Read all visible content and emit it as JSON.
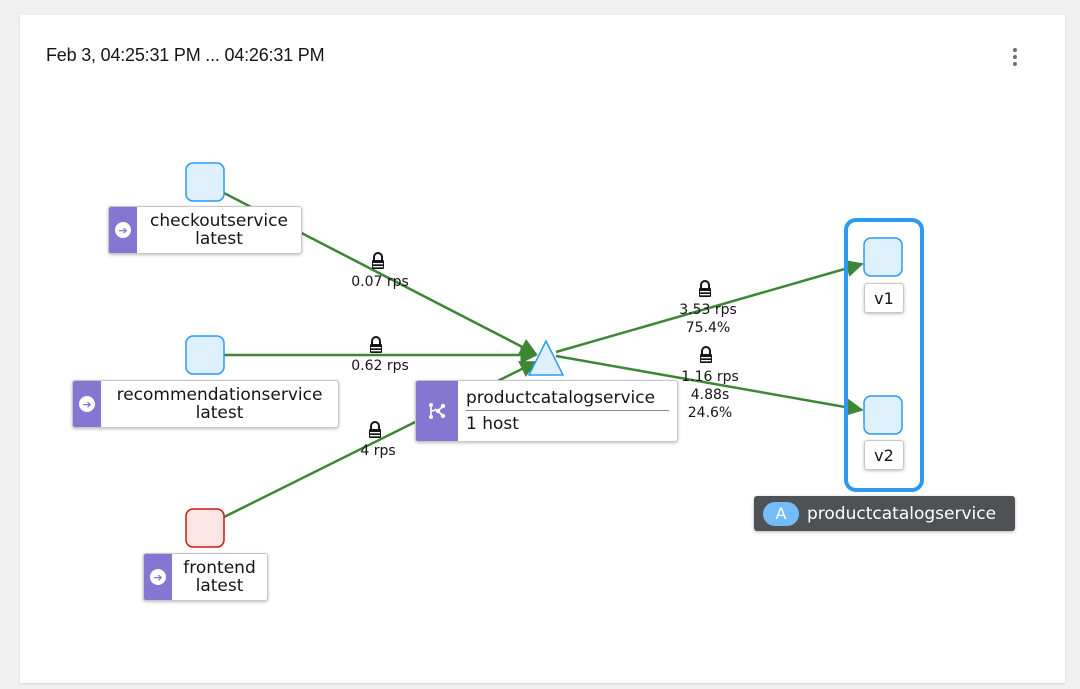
{
  "header": {
    "time_range": "Feb 3, 04:25:31 PM ... 04:26:31 PM",
    "menu_icon": "kebab-icon"
  },
  "colors": {
    "edge": "#3e8635",
    "workload_badge": "#8476d1",
    "node_ok": "#2b9af3",
    "node_error": "#c9190b",
    "app_badge": "#73bcf7"
  },
  "workloads": [
    {
      "name": "checkoutservice",
      "version": "latest",
      "icon": "workload-arrow-icon"
    },
    {
      "name": "recommendationservice",
      "version": "latest",
      "icon": "workload-arrow-icon"
    },
    {
      "name": "frontend",
      "version": "latest",
      "icon": "workload-arrow-icon"
    }
  ],
  "service": {
    "name": "productcatalogservice",
    "hosts": "1 host",
    "icon": "service-share-icon"
  },
  "versions": [
    {
      "label": "v1"
    },
    {
      "label": "v2"
    }
  ],
  "app": {
    "badge": "A",
    "name": "productcatalogservice"
  },
  "edges": [
    {
      "from": "checkoutservice",
      "to": "productcatalogservice",
      "rps": "0.07 rps",
      "secure": true
    },
    {
      "from": "recommendationservice",
      "to": "productcatalogservice",
      "rps": "0.62 rps",
      "secure": true
    },
    {
      "from": "frontend",
      "to": "productcatalogservice",
      "rps": "4 rps",
      "secure": true
    },
    {
      "from": "productcatalogservice",
      "to": "v1",
      "rps": "3.53 rps",
      "percent": "75.4%",
      "secure": true
    },
    {
      "from": "productcatalogservice",
      "to": "v2",
      "rps": "1.16 rps",
      "latency": "4.88s",
      "percent": "24.6%",
      "secure": true
    }
  ]
}
